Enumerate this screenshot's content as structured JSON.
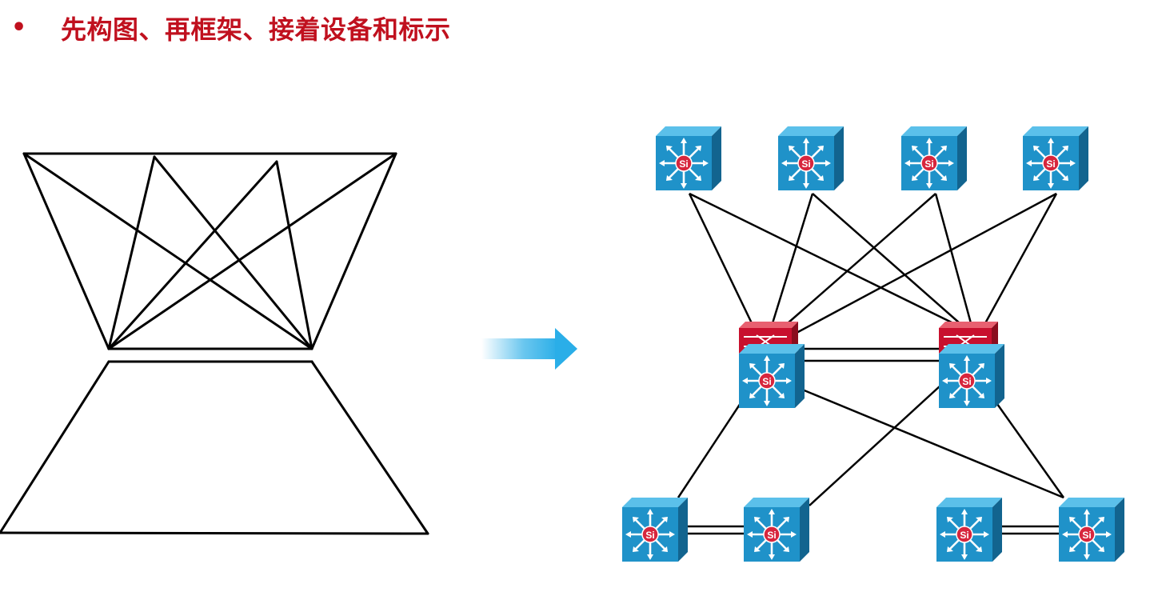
{
  "heading": {
    "bullet": "•",
    "title": "先构图、再框架、接着设备和标示"
  },
  "sketch": {
    "label": ""
  },
  "arrow": {
    "direction": "right"
  },
  "network": {
    "core_switch_label": "Si",
    "switch_color": "#1f92c9",
    "router_color": "#c8102e",
    "top_switches": 4,
    "distribution_nodes": 2,
    "bottom_switches": 4
  },
  "colors": {
    "title": "#c0101e",
    "line": "#000000",
    "arrow": "#2aaee8"
  }
}
